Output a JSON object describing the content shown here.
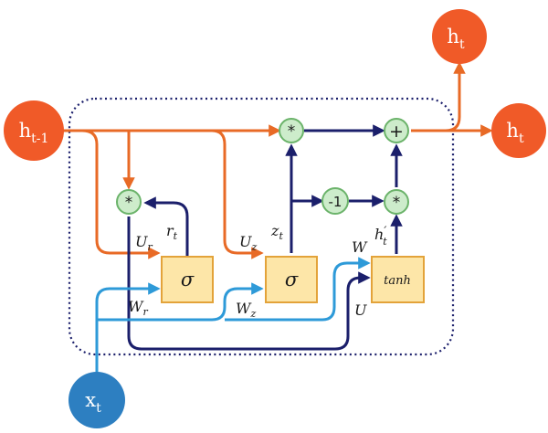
{
  "nodes": {
    "h_prev": {
      "base": "h",
      "sub": "t-1"
    },
    "h_out_top": {
      "base": "h",
      "sub": "t"
    },
    "h_out_right": {
      "base": "h",
      "sub": "t"
    },
    "x_in": {
      "base": "x",
      "sub": "t"
    }
  },
  "gates": {
    "reset": "σ",
    "update": "σ",
    "candidate": "tanh"
  },
  "operators": {
    "mult_reset": "*",
    "mult_top": "*",
    "plus": "+",
    "minus_one": "-1",
    "mult_candidate": "*"
  },
  "labels": {
    "Ur": {
      "base": "U",
      "sub": "r"
    },
    "rt": {
      "base": "r",
      "sub": "t"
    },
    "Uz": {
      "base": "U",
      "sub": "z"
    },
    "zt": {
      "base": "z",
      "sub": "t"
    },
    "W": {
      "base": "W"
    },
    "hprime": {
      "base": "h",
      "sup": "′",
      "sub": "t"
    },
    "Wr": {
      "base": "W",
      "sub": "r"
    },
    "Wz": {
      "base": "W",
      "sub": "z"
    },
    "U": {
      "base": "U"
    }
  },
  "colors": {
    "orange_node": "#f05a28",
    "blue_node": "#2d7fc1",
    "orange_line": "#e86a26",
    "navy_line": "#1b1f6b",
    "light_blue_line": "#2e9ad8",
    "gate_fill": "#fde6a8",
    "gate_stroke": "#e3a33a",
    "op_fill": "#cdeccb",
    "op_stroke": "#6bb36a"
  }
}
